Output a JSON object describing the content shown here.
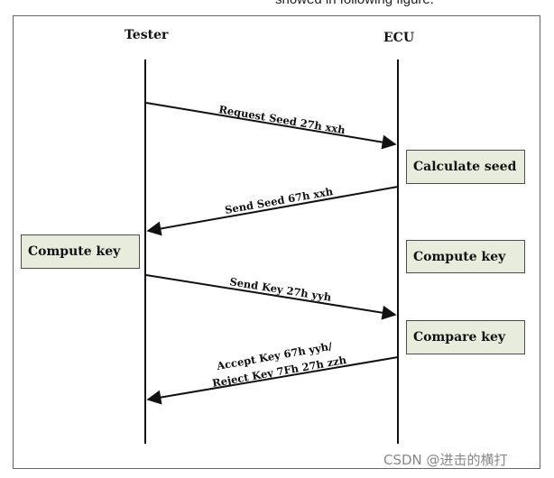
{
  "header_fragment": "showed in following figure.",
  "actors": {
    "tester": "Tester",
    "ecu": "ECU"
  },
  "messages": {
    "request_seed": "Request Seed 27h xxh",
    "send_seed": "Send Seed 67h xxh",
    "send_key": "Send Key 27h yyh",
    "accept_key": "Accept Key 67h yyh/",
    "reject_key": "Reject Key 7Fh 27h zzh"
  },
  "boxes": {
    "calculate_seed": "Calculate seed",
    "compute_key_ecu": "Compute key",
    "compare_key": "Compare key",
    "compute_key_tester": "Compute key"
  },
  "watermark": "CSDN @进击的横打"
}
